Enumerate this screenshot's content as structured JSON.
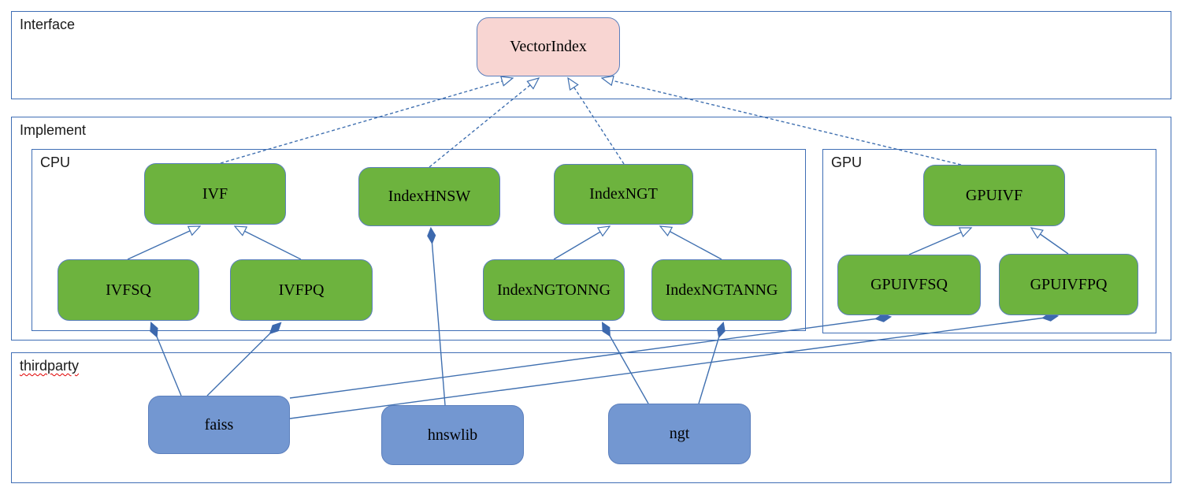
{
  "diagram": {
    "containers": [
      {
        "id": "interface",
        "label": "Interface"
      },
      {
        "id": "implement",
        "label": "Implement"
      },
      {
        "id": "cpu",
        "label": "CPU"
      },
      {
        "id": "gpu",
        "label": "GPU"
      },
      {
        "id": "thirdparty",
        "label": "thirdparty"
      }
    ],
    "nodes": [
      {
        "id": "vectorindex",
        "label": "VectorIndex",
        "container": "interface",
        "kind": "interface"
      },
      {
        "id": "ivf",
        "label": "IVF",
        "container": "cpu",
        "kind": "class"
      },
      {
        "id": "indexhnsw",
        "label": "IndexHNSW",
        "container": "cpu",
        "kind": "class"
      },
      {
        "id": "indexngt",
        "label": "IndexNGT",
        "container": "cpu",
        "kind": "class"
      },
      {
        "id": "gpuivf",
        "label": "GPUIVF",
        "container": "gpu",
        "kind": "class"
      },
      {
        "id": "ivfsq",
        "label": "IVFSQ",
        "container": "cpu",
        "kind": "class"
      },
      {
        "id": "ivfpq",
        "label": "IVFPQ",
        "container": "cpu",
        "kind": "class"
      },
      {
        "id": "indexngtonng",
        "label": "IndexNGTONNG",
        "container": "cpu",
        "kind": "class"
      },
      {
        "id": "indexngtanng",
        "label": "IndexNGTANNG",
        "container": "cpu",
        "kind": "class"
      },
      {
        "id": "gpuivfsq",
        "label": "GPUIVFSQ",
        "container": "gpu",
        "kind": "class"
      },
      {
        "id": "gpuivfpq",
        "label": "GPUIVFPQ",
        "container": "gpu",
        "kind": "class"
      },
      {
        "id": "faiss",
        "label": "faiss",
        "container": "thirdparty",
        "kind": "library"
      },
      {
        "id": "hnswlib",
        "label": "hnswlib",
        "container": "thirdparty",
        "kind": "library"
      },
      {
        "id": "ngt",
        "label": "ngt",
        "container": "thirdparty",
        "kind": "library"
      }
    ],
    "edges": [
      {
        "from": "ivf",
        "to": "vectorindex",
        "type": "realization",
        "style": "dashed-open-arrow"
      },
      {
        "from": "indexhnsw",
        "to": "vectorindex",
        "type": "realization",
        "style": "dashed-open-arrow"
      },
      {
        "from": "indexngt",
        "to": "vectorindex",
        "type": "realization",
        "style": "dashed-open-arrow"
      },
      {
        "from": "gpuivf",
        "to": "vectorindex",
        "type": "realization",
        "style": "dashed-open-arrow"
      },
      {
        "from": "ivfsq",
        "to": "ivf",
        "type": "generalization",
        "style": "solid-open-arrow"
      },
      {
        "from": "ivfpq",
        "to": "ivf",
        "type": "generalization",
        "style": "solid-open-arrow"
      },
      {
        "from": "indexngtonng",
        "to": "indexngt",
        "type": "generalization",
        "style": "solid-open-arrow"
      },
      {
        "from": "indexngtanng",
        "to": "indexngt",
        "type": "generalization",
        "style": "solid-open-arrow"
      },
      {
        "from": "gpuivfsq",
        "to": "gpuivf",
        "type": "generalization",
        "style": "solid-open-arrow"
      },
      {
        "from": "gpuivfpq",
        "to": "gpuivf",
        "type": "generalization",
        "style": "solid-open-arrow"
      },
      {
        "from": "faiss",
        "to": "ivfsq",
        "type": "composition",
        "style": "solid-filled-diamond"
      },
      {
        "from": "faiss",
        "to": "ivfpq",
        "type": "composition",
        "style": "solid-filled-diamond"
      },
      {
        "from": "faiss",
        "to": "gpuivfsq",
        "type": "composition",
        "style": "solid-filled-diamond"
      },
      {
        "from": "faiss",
        "to": "gpuivfpq",
        "type": "composition",
        "style": "solid-filled-diamond"
      },
      {
        "from": "hnswlib",
        "to": "indexhnsw",
        "type": "composition",
        "style": "solid-filled-diamond"
      },
      {
        "from": "ngt",
        "to": "indexngtonng",
        "type": "composition",
        "style": "solid-filled-diamond"
      },
      {
        "from": "ngt",
        "to": "indexngtanng",
        "type": "composition",
        "style": "solid-filled-diamond"
      }
    ],
    "colors": {
      "interface_node_fill": "#f8d5d2",
      "class_node_fill": "#6db33e",
      "library_node_fill": "#7397d1",
      "node_border": "#5b7fbd",
      "container_border": "#3f6eb5",
      "edge_line": "#4070b0",
      "spellcheck_underline": "#e00000",
      "label_text": "#000000"
    }
  }
}
